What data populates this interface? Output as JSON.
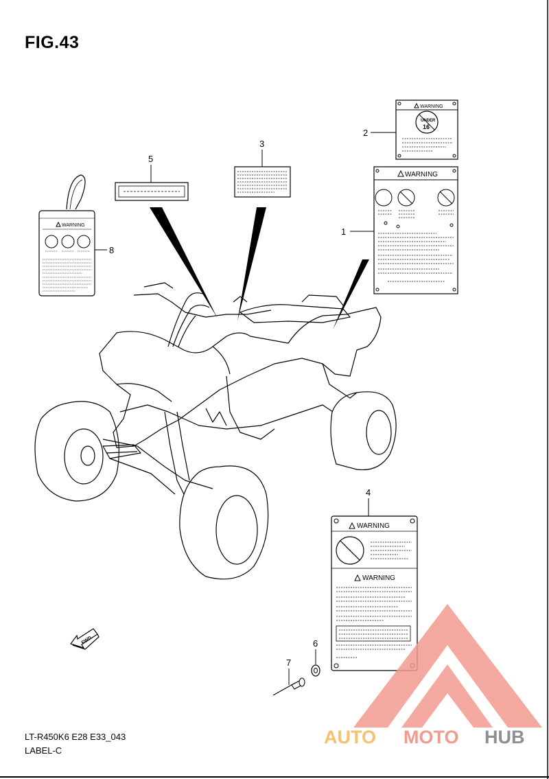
{
  "figure": {
    "title": "FIG.43"
  },
  "footer": {
    "line1": "LT-R450K6 E28 E33_043",
    "line2": "LABEL-C"
  },
  "callouts": [
    "1",
    "2",
    "3",
    "4",
    "5",
    "6",
    "7",
    "8"
  ],
  "labels": {
    "warning_word": "WARNING",
    "under_age_text": "UNDER",
    "age_number": "16",
    "fwd_text": "FWD"
  },
  "watermark": {
    "part1": "AUTO",
    "part2": "MOTO",
    "part3": "HUB"
  },
  "colors": {
    "line": "#000000",
    "watermark_red": "#f19a8e",
    "watermark_orange": "#f6c16f",
    "watermark_gray": "#8f8f8f"
  }
}
